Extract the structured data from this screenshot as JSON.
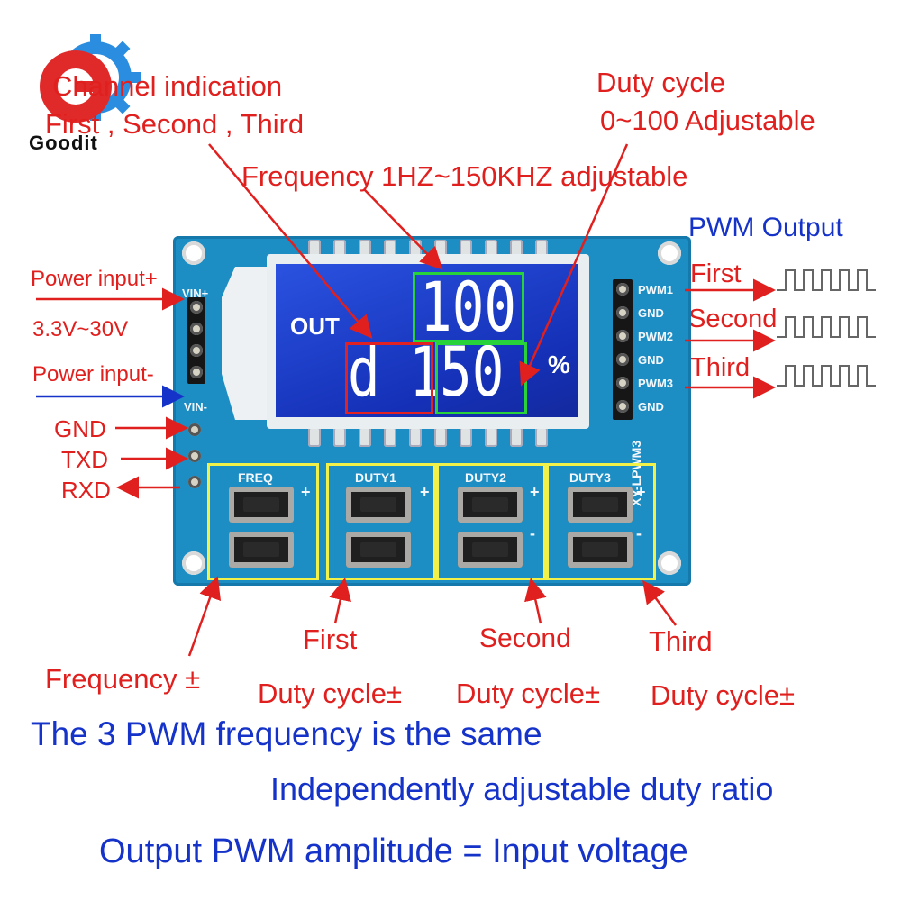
{
  "brand": {
    "name": "Goodit",
    "logo_letter": "G"
  },
  "annotations": {
    "channel_title": "Channel indication",
    "channel_items": "First , Second , Third",
    "frequency_range": "Frequency 1HZ~150KHZ  adjustable",
    "duty_title": "Duty cycle",
    "duty_range": "0~100 Adjustable",
    "pwm_output": "PWM Output",
    "outputs": [
      "First",
      "Second",
      "Third"
    ],
    "power_pos": "Power input+",
    "voltage": "3.3V~30V",
    "power_neg": "Power input-",
    "gnd": "GND",
    "txd": "TXD",
    "rxd": "RXD",
    "frequency_pm": "Frequency ±",
    "first": "First",
    "second": "Second",
    "third": "Third",
    "duty_pm": "Duty cycle±"
  },
  "board": {
    "model": "XY-LPWM3",
    "left_pins": {
      "top": "VIN+",
      "bottom": "VIN-"
    },
    "right_pins": [
      "PWM1",
      "GND",
      "PWM2",
      "GND",
      "PWM3",
      "GND"
    ],
    "buttons": [
      "FREQ",
      "DUTY1",
      "DUTY2",
      "DUTY3"
    ],
    "plus": "+",
    "minus": "-"
  },
  "lcd": {
    "out_label": "OUT",
    "top_value": "100",
    "channel_char": "d",
    "channel_digit": "1",
    "bottom_value": "50",
    "percent": "%"
  },
  "notes": [
    "The 3 PWM frequency is the same",
    "Independently adjustable duty ratio",
    "Output PWM amplitude = Input voltage"
  ],
  "colors": {
    "annotation_red": "#e0201e",
    "note_blue": "#1533c9",
    "board_blue": "#1c8ec4",
    "lcd_blue": "#1b3fcf"
  }
}
